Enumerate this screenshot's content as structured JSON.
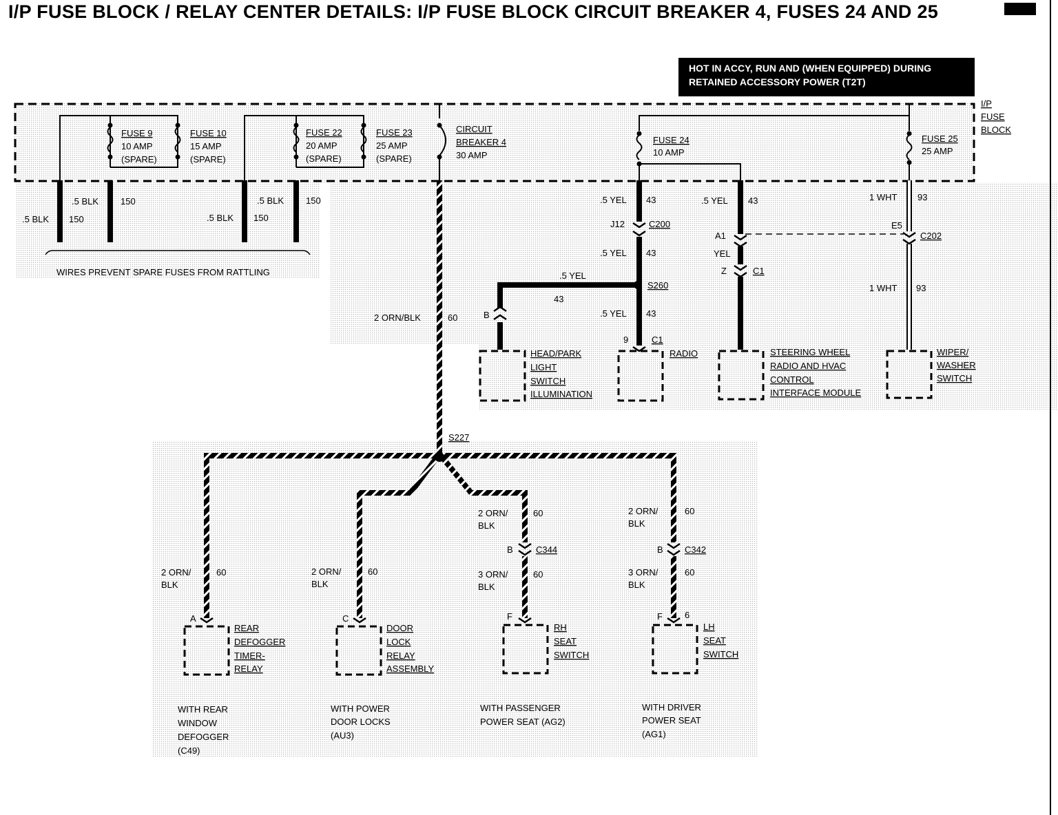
{
  "title": "I/P FUSE BLOCK / RELAY CENTER DETAILS: I/P FUSE BLOCK CIRCUIT BREAKER 4, FUSES 24 AND 25",
  "hot_box": [
    "HOT IN ACCY, RUN AND (WHEN EQUIPPED) DURING",
    "RETAINED ACCESSORY POWER (T2T)"
  ],
  "fuse_block_label": [
    "I/P",
    "FUSE",
    "BLOCK"
  ],
  "fuses": {
    "fuse9": [
      "FUSE 9",
      "10 AMP",
      "(SPARE)"
    ],
    "fuse10": [
      "FUSE 10",
      "15 AMP",
      "(SPARE)"
    ],
    "fuse22": [
      "FUSE 22",
      "20 AMP",
      "(SPARE)"
    ],
    "fuse23": [
      "FUSE 23",
      "25 AMP",
      "(SPARE)"
    ],
    "cb4": [
      "CIRCUIT",
      "BREAKER 4",
      "30 AMP"
    ],
    "fuse24": [
      "FUSE 24",
      "10 AMP"
    ],
    "fuse25": [
      "FUSE 25",
      "25 AMP"
    ]
  },
  "spare_wires": {
    "w1": [
      ".5 BLK",
      "150"
    ],
    "w2": [
      ".5 BLK",
      "150"
    ],
    "w3": [
      ".5 BLK",
      "150"
    ],
    "w4": [
      ".5 BLK",
      "150"
    ],
    "note": "WIRES PREVENT SPARE FUSES FROM RATTLING"
  },
  "wire_labels": {
    "cb4_out": [
      "2 ORN/BLK",
      "60"
    ],
    "f24_a": [
      ".5 YEL",
      "43"
    ],
    "f24_b": [
      ".5 YEL",
      "43"
    ],
    "f24_c": [
      ".5 YEL",
      "43"
    ],
    "f24_d": [
      ".5 YEL",
      "43"
    ],
    "f24_e": [
      ".5 YEL",
      "43"
    ],
    "yel": "YEL",
    "f25_a": [
      "1 WHT",
      "93"
    ],
    "f25_b": [
      "1 WHT",
      "93"
    ],
    "b1": [
      "2 ORN/",
      "BLK",
      "60"
    ],
    "b2": [
      "2 ORN/",
      "BLK",
      "60"
    ],
    "b3a": [
      "2 ORN/",
      "BLK",
      "60"
    ],
    "b3b": [
      "3 ORN/",
      "BLK",
      "60"
    ],
    "b4a": [
      "2 ORN/",
      "BLK",
      "60"
    ],
    "b4b": [
      "3 ORN/",
      "BLK",
      "60"
    ]
  },
  "connectors": {
    "j12": "J12",
    "c200": "C200",
    "s260": "S260",
    "b_head": "B",
    "c1_radio_pin": "9",
    "c1_radio": "C1",
    "a1": "A1",
    "z": "Z",
    "c1_steer": "C1",
    "e5": "E5",
    "c202": "C202",
    "s227": "S227",
    "a_rear": "A",
    "c_door": "C",
    "b_c344": "B",
    "c344": "C344",
    "f_rh": "F",
    "b_c342": "B",
    "c342": "C342",
    "f_lh": "F",
    "six_lh": "6"
  },
  "components": {
    "head_park": [
      "HEAD/PARK",
      "LIGHT",
      "SWITCH",
      "ILLUMINATION"
    ],
    "radio": [
      "RADIO"
    ],
    "steering": [
      "STEERING WHEEL",
      "RADIO AND HVAC",
      "CONTROL",
      "INTERFACE MODULE"
    ],
    "wiper": [
      "WIPER/",
      "WASHER",
      "SWITCH"
    ],
    "rear_defogger": [
      "REAR",
      "DEFOGGER",
      "TIMER-",
      "RELAY"
    ],
    "door_lock": [
      "DOOR",
      "LOCK",
      "RELAY",
      "ASSEMBLY"
    ],
    "rh_seat": [
      "RH",
      "SEAT",
      "SWITCH"
    ],
    "lh_seat": [
      "LH",
      "SEAT",
      "SWITCH"
    ]
  },
  "option_notes": {
    "rear": [
      "WITH REAR",
      "WINDOW",
      "DEFOGGER",
      "(C49)"
    ],
    "door": [
      "WITH POWER",
      "DOOR LOCKS",
      "(AU3)"
    ],
    "pass": [
      "WITH PASSENGER",
      "POWER SEAT (AG2)"
    ],
    "driver": [
      "WITH DRIVER",
      "POWER SEAT",
      "(AG1)"
    ]
  }
}
